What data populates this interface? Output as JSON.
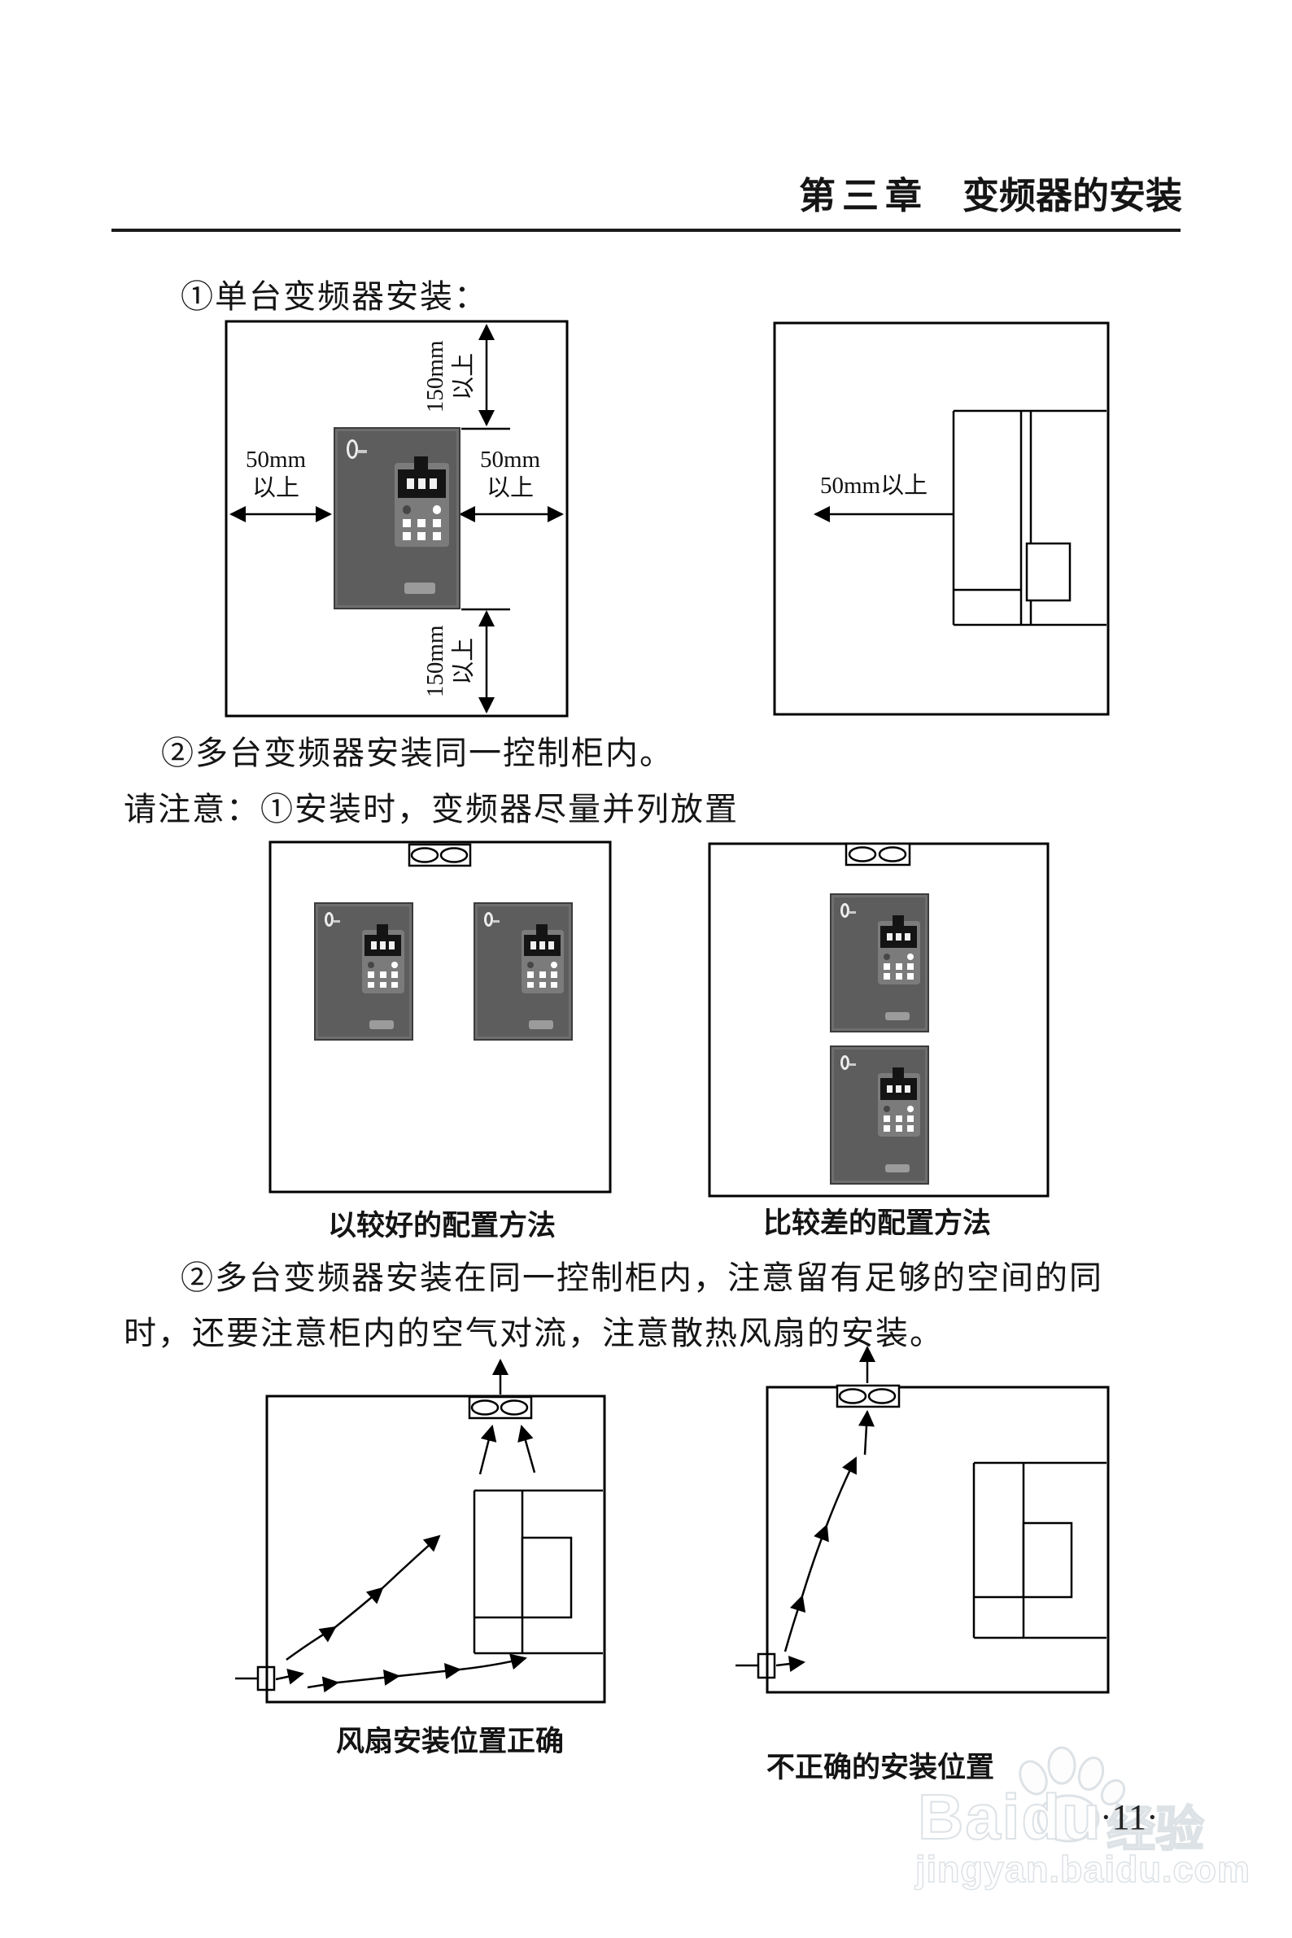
{
  "header": {
    "chapter": "第三章",
    "title": "变频器的安装"
  },
  "paragraphs": {
    "p1": "①单台变频器安装：",
    "p2": "②多台变频器安装同一控制柜内。",
    "p3": "请注意：①安装时，变频器尽量并列放置",
    "p4_line1": "②多台变频器安装在同一控制柜内，注意留有足够的空间的同",
    "p4_line2": "时，还要注意柜内的空气对流，注意散热风扇的安装。"
  },
  "dimensions": {
    "top_value": "150mm",
    "top_unit": "以上",
    "bottom_value": "150mm",
    "bottom_unit": "以上",
    "left_value": "50mm",
    "left_unit": "以上",
    "right_value": "50mm",
    "right_unit": "以上",
    "side_clearance": "50mm以上"
  },
  "captions": {
    "better": "以较好的配置方法",
    "worse": "比较差的配置方法",
    "fan_correct": "风扇安装位置正确",
    "fan_incorrect": "不正确的安装位置"
  },
  "watermark": {
    "brand": "Baidu",
    "brand_suffix": "经验",
    "url": "jingyan.baidu.com"
  },
  "page_number": "·11·",
  "colors": {
    "ink": "#111111",
    "inverter_body": "#5d5d5d",
    "watermark_outline": "#dde2e6"
  }
}
